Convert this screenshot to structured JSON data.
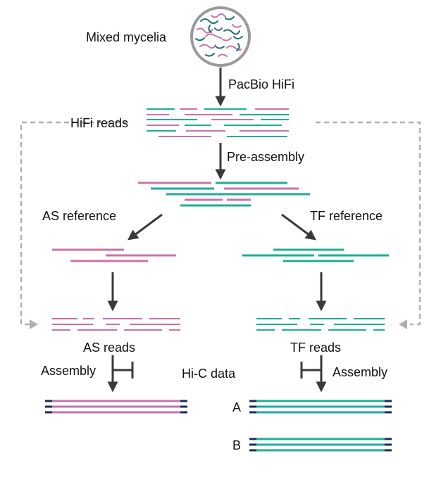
{
  "labels": {
    "mixed_mycelia": "Mixed mycelia",
    "pacbio_hifi": "PacBio HiFi",
    "hifi_reads": "HiFi reads",
    "pre_assembly": "Pre-assembly",
    "as_reference": "AS reference",
    "tf_reference": "TF reference",
    "as_reads": "AS reads",
    "tf_reads": "TF reads",
    "assembly_left": "Assembly",
    "assembly_right": "Assembly",
    "hic_data": "Hi-C data",
    "haplotype_a": "A",
    "haplotype_b": "B"
  },
  "colors": {
    "as_pink": "#c774a8",
    "tf_teal": "#1fae93",
    "arrow": "#3a3a3a",
    "dashed": "#b0b0b0",
    "telomere": "#1b2a5c",
    "mycelia_dark": "#1f6d7e"
  }
}
